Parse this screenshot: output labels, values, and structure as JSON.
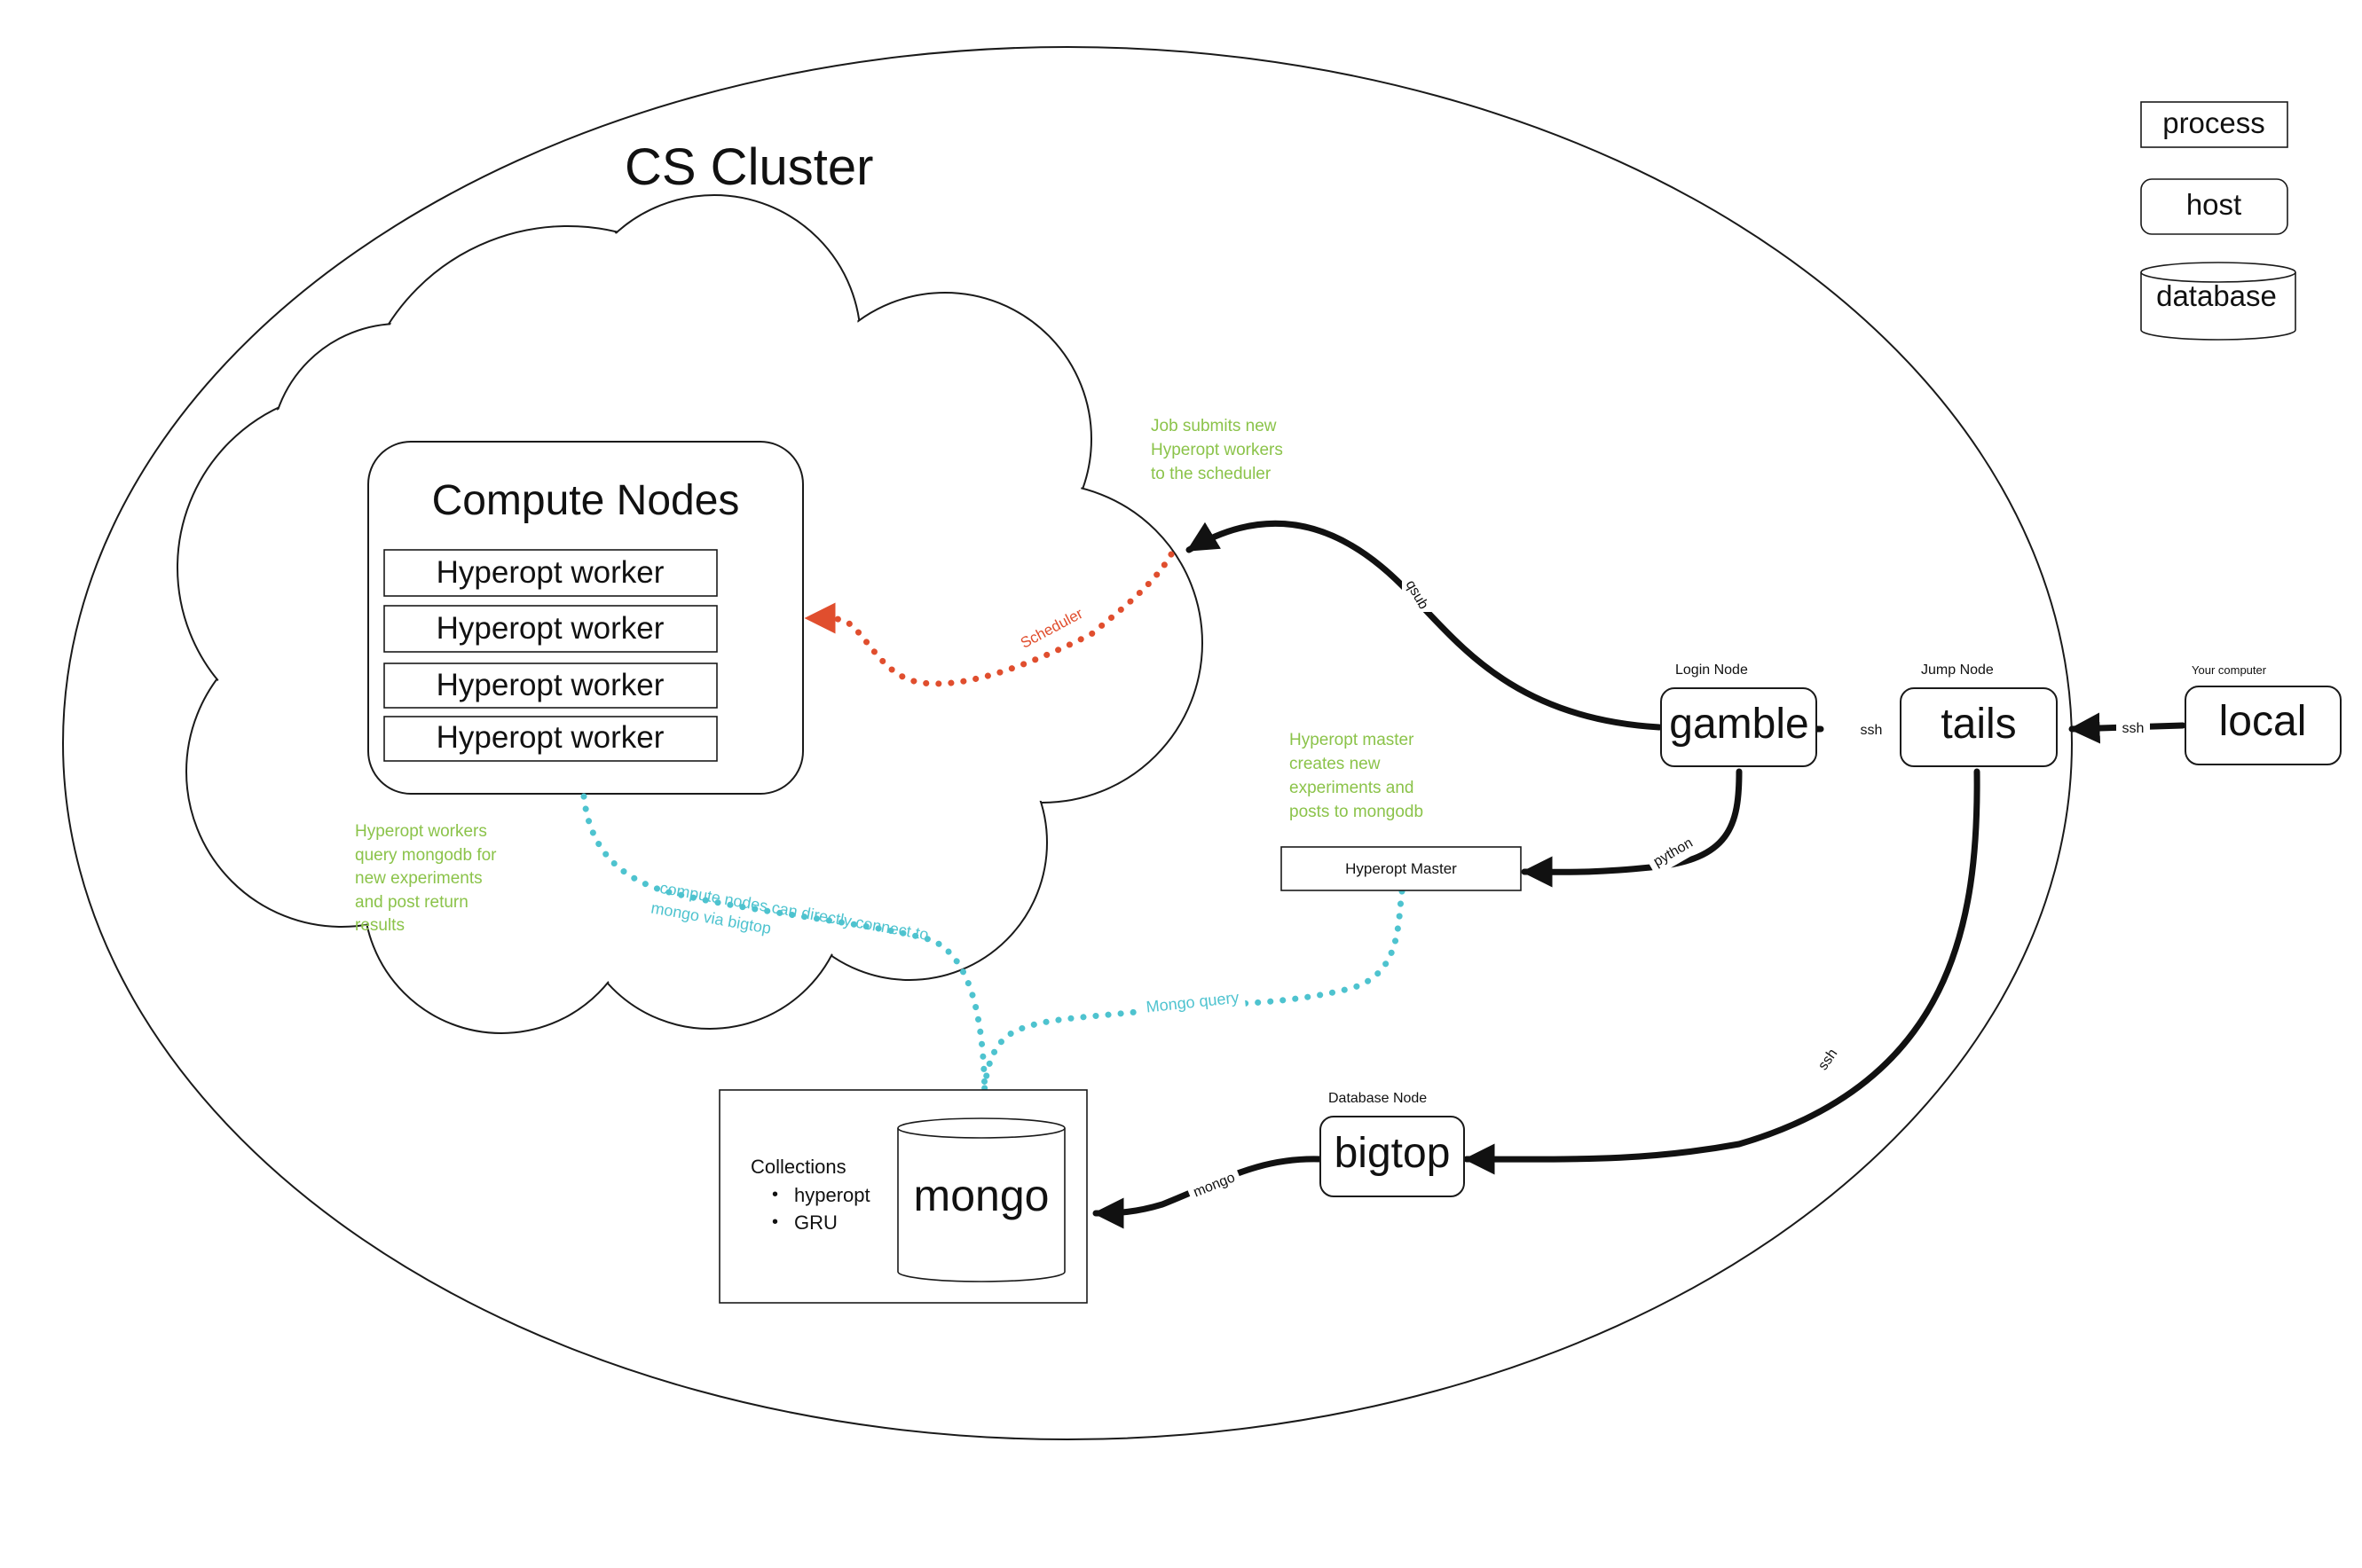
{
  "cluster": {
    "title": "CS Cluster"
  },
  "legend": {
    "process": "process",
    "host": "host",
    "database": "database"
  },
  "compute": {
    "title": "Compute Nodes",
    "workers": [
      "Hyperopt worker",
      "Hyperopt worker",
      "Hyperopt worker",
      "Hyperopt worker"
    ]
  },
  "nodes": {
    "gamble": {
      "role": "Login Node",
      "name": "gamble"
    },
    "tails": {
      "role": "Jump Node",
      "name": "tails"
    },
    "local": {
      "role": "Your computer",
      "name": "local"
    },
    "bigtop": {
      "role": "Database Node",
      "name": "bigtop"
    },
    "master": {
      "name": "Hyperopt Master"
    },
    "mongo": {
      "name": "mongo"
    }
  },
  "collections": {
    "heading": "Collections",
    "items": [
      "hyperopt",
      "GRU"
    ]
  },
  "edges": {
    "qsub": "qsub",
    "ssh_gamble": "ssh",
    "ssh_tails": "ssh",
    "python": "python",
    "ssh_bigtop": "ssh",
    "mongo": "mongo",
    "scheduler": "Scheduler",
    "mongo_query": "Mongo query",
    "direct": [
      "compute nodes can directly connect to",
      "mongo via bigtop"
    ]
  },
  "notes": {
    "job_submits": [
      "Job submits new",
      "Hyperopt workers",
      "to the scheduler"
    ],
    "master_creates": [
      "Hyperopt master",
      "creates new",
      "experiments and",
      "posts to mongodb"
    ],
    "workers_query": [
      "Hyperopt workers",
      "query mongodb for",
      "new experiments",
      "and post return",
      "results"
    ]
  },
  "colors": {
    "ink": "#111111",
    "note_green": "#8bc34a",
    "scheduler_red": "#e04e2e",
    "mongo_cyan": "#4ec3cf"
  }
}
